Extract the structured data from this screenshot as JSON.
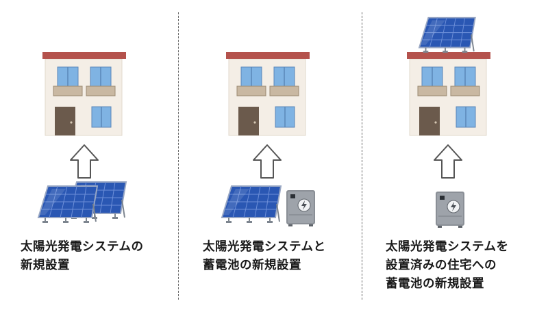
{
  "columns": [
    {
      "caption": [
        "太陽光発電システムの",
        "新規設置"
      ]
    },
    {
      "caption": [
        "太陽光発電システムと",
        "蓄電池の新規設置"
      ]
    },
    {
      "caption": [
        "太陽光発電システムを",
        "設置済みの住宅への",
        "蓄電池の新規設置"
      ]
    }
  ],
  "colors": {
    "wall": "#f4eee6",
    "roof": "#b4524c",
    "window": "#7fb3e3",
    "door": "#6b5a4c",
    "balcony": "#c9b8a2",
    "panel": "#2a57b3",
    "battery": "#8a8f96"
  },
  "icons": [
    "house-icon",
    "up-arrow-icon",
    "solar-panel-icon",
    "storage-battery-icon"
  ]
}
